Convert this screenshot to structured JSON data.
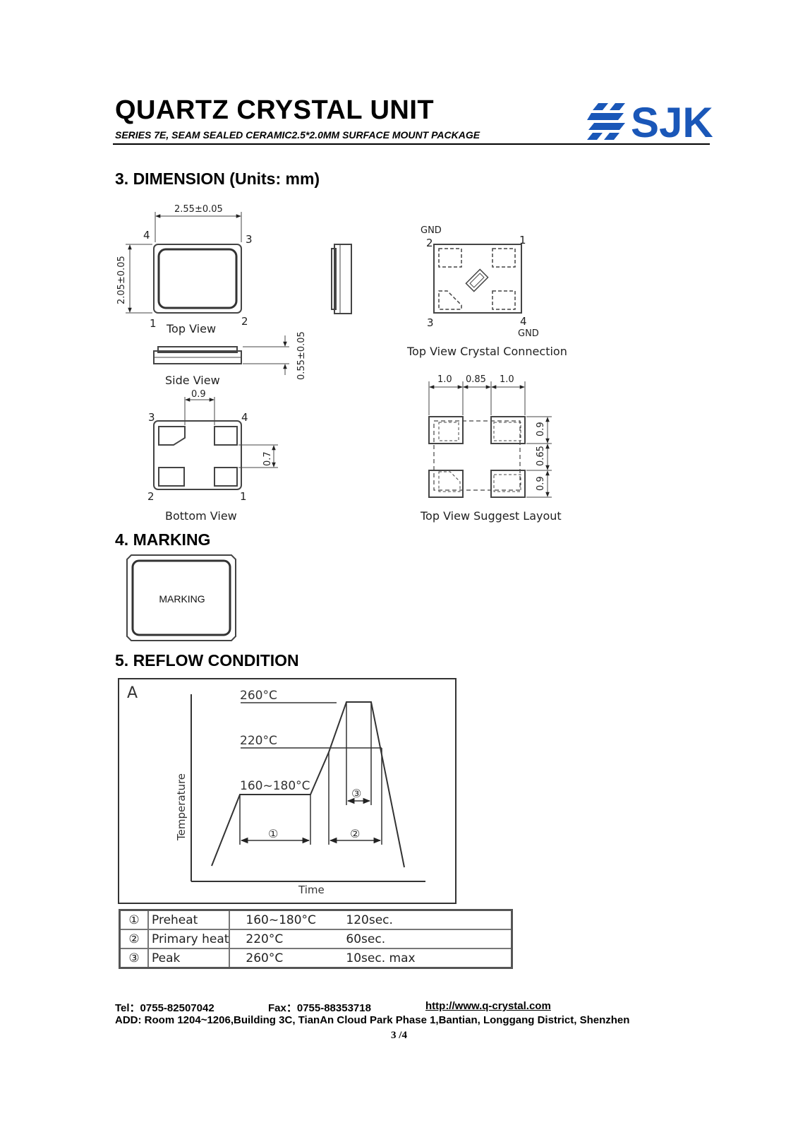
{
  "header": {
    "title": "QUARTZ CRYSTAL UNIT",
    "subtitle": "SERIES 7E, SEAM SEALED CERAMIC2.5*2.0MM SURFACE MOUNT PACKAGE",
    "logo_text": "SJK",
    "logo_color": "#1a57b8"
  },
  "dimension": {
    "heading": "3. DIMENSION (Units: mm)",
    "top_view": {
      "label": "Top View",
      "width": "2.55±0.05",
      "height": "2.05±0.05",
      "pins": [
        "1",
        "2",
        "3",
        "4"
      ]
    },
    "side_view": {
      "label": "Side View",
      "thickness": "0.55±0.05"
    },
    "bottom_view": {
      "label": "Bottom View",
      "pad_gap": "0.9",
      "pad_height": "0.7",
      "pins": [
        "1",
        "2",
        "3",
        "4"
      ]
    },
    "crystal_connection": {
      "label": "Top View Crystal Connection",
      "gnd_top": "GND",
      "gnd_bottom": "GND",
      "pins": [
        "1",
        "2",
        "3",
        "4"
      ]
    },
    "suggest_layout": {
      "label": "Top View Suggest Layout",
      "widths": [
        "1.0",
        "0.85",
        "1.0"
      ],
      "heights": [
        "0.9",
        "0.65",
        "0.9"
      ]
    }
  },
  "marking": {
    "heading": "4. MARKING",
    "text": "MARKING"
  },
  "reflow": {
    "heading": "5. REFLOW CONDITION",
    "graph": {
      "label": "A",
      "temp_peak": "260°C",
      "temp_primary": "220°C",
      "temp_preheat": "160~180°C",
      "ylabel": "Temperature",
      "xlabel": "Time",
      "markers": [
        "①",
        "②",
        "③"
      ]
    },
    "table": [
      {
        "mark": "①",
        "stage": "Preheat",
        "temp": "160~180°C",
        "time": "120sec."
      },
      {
        "mark": "②",
        "stage": "Primary heat",
        "temp": "220°C",
        "time": "60sec."
      },
      {
        "mark": "③",
        "stage": "Peak",
        "temp": "260°C",
        "time": "10sec. max"
      }
    ]
  },
  "footer": {
    "tel": "Tel：0755-82507042",
    "fax": "Fax：0755-88353718",
    "url": "http://www.q-crystal.com",
    "address": "ADD: Room 1204~1206,Building 3C, TianAn Cloud Park Phase 1,Bantian, Longgang District, Shenzhen",
    "page": "3 /4"
  }
}
